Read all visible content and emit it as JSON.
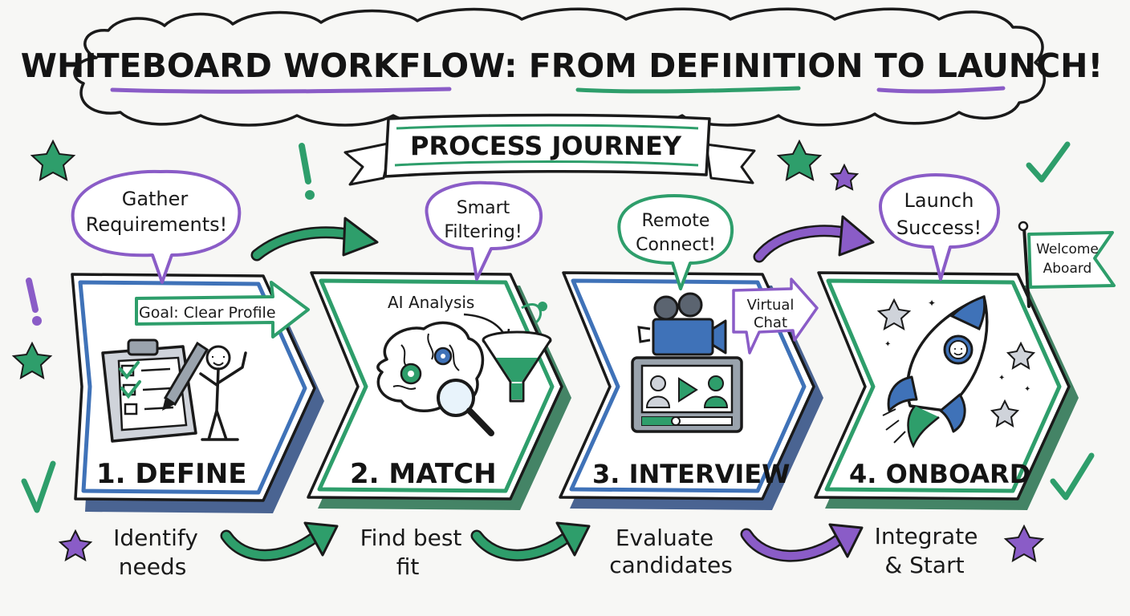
{
  "title": {
    "line": "WHITEBOARD WORKFLOW: FROM DEFINITION TO LAUNCH!"
  },
  "banner": {
    "label": "PROCESS JOURNEY"
  },
  "steps": [
    {
      "label": "1. DEFINE",
      "bubble": [
        "Gather",
        "Requirements!"
      ],
      "callout": "Goal: Clear Profile",
      "caption": [
        "Identify",
        "needs"
      ]
    },
    {
      "label": "2. MATCH",
      "bubble": [
        "Smart",
        "Filtering!"
      ],
      "callout": "AI Analysis",
      "caption": [
        "Find best",
        "fit"
      ]
    },
    {
      "label": "3. INTERVIEW",
      "bubble": [
        "Remote",
        "Connect!"
      ],
      "callout": [
        "Virtual",
        "Chat"
      ],
      "caption": [
        "Evaluate",
        "candidates"
      ]
    },
    {
      "label": "4. ONBOARD",
      "bubble": [
        "Launch",
        "Success!"
      ],
      "callout": [
        "Welcome",
        "Aboard"
      ],
      "caption": [
        "Integrate",
        "& Start"
      ]
    }
  ],
  "colors": {
    "green": "#2e9e6b",
    "purple": "#8a5cc7",
    "blue": "#3f72b8",
    "ink": "#1a1a1a",
    "paper": "#f7f7f5"
  }
}
